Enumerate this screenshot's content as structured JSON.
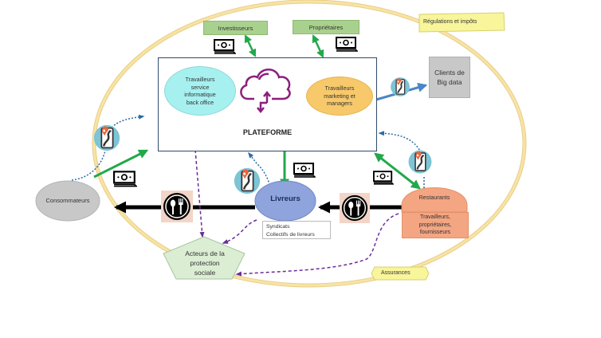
{
  "diagram": {
    "title": "Plateforme de livraison de repas — écosystème des acteurs",
    "platform": {
      "title": "PLATEFORME",
      "left_node": "Travailleurs service informatique back office",
      "left_node_lines": [
        "Travailleurs",
        "service",
        "informatique",
        "back office"
      ],
      "right_node_lines": [
        "Travailleurs",
        "marketing et",
        "managers"
      ],
      "center_icon": "cloud-sync-icon"
    },
    "top_nodes": {
      "investisseurs": "Investisseurs",
      "proprietaires": "Propriétaires"
    },
    "banners": {
      "regulations": "Régulations et impôts",
      "assurances": "Assurances"
    },
    "clients_big_data_lines": [
      "Clients de",
      "Big data"
    ],
    "consommateurs": "Consommateurs",
    "livreurs": "Livreurs",
    "syndicats_lines": [
      "Syndicats",
      "Collectifs de livreurs"
    ],
    "restaurants": {
      "title": "Restaurants",
      "sub_lines": [
        "Travailleurs,",
        "propriétaires,",
        "fournisseurs"
      ]
    },
    "acteurs_protection_lines": [
      "Acteurs de la",
      "protection",
      "sociale"
    ],
    "icons": {
      "money": "money-bill-icon",
      "phone_map": "phone-map-icon",
      "food": "spoon-fork-icon"
    },
    "colors": {
      "ellipse": "#f5dc9a",
      "green_arrow": "#22a84a",
      "purple_dash": "#6a2c9a",
      "blue_dots": "#2a6aa8",
      "blue_arrow": "#4a86c8",
      "cloud": "#8c1f7e",
      "platform_border": "#2f4a6b",
      "investor_box": "#a9d18e",
      "cyan_node": "#a6f0f0",
      "orange_node": "#f7c96a",
      "livreurs": "#8fa3dc",
      "restaurants": "#f4a582",
      "consommateurs": "#c8c8c8",
      "acteurs": "#dbeed4",
      "banner": "#f8f59a"
    }
  }
}
